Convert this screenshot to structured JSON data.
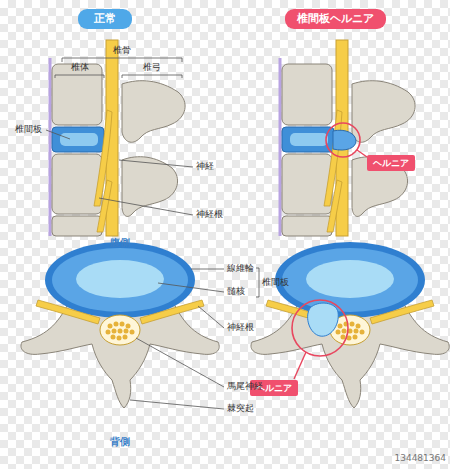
{
  "diagram": {
    "nodes": [
      {
        "text": [
          "正常"
        ]
      },
      {
        "text": [
          "椎間板ヘルニア"
        ]
      },
      {
        "text": [
          "ヘルニア"
        ]
      },
      {
        "text": [
          "ヘルニア"
        ]
      }
    ],
    "labels": [
      "椎骨",
      "椎体",
      "椎弓",
      "椎間板",
      "神経",
      "神経根",
      "腹側",
      "線維輪",
      "髄核",
      "椎間板",
      "神経根",
      "馬尾神経",
      "棘突起",
      "背側",
      "134481364"
    ]
  }
}
